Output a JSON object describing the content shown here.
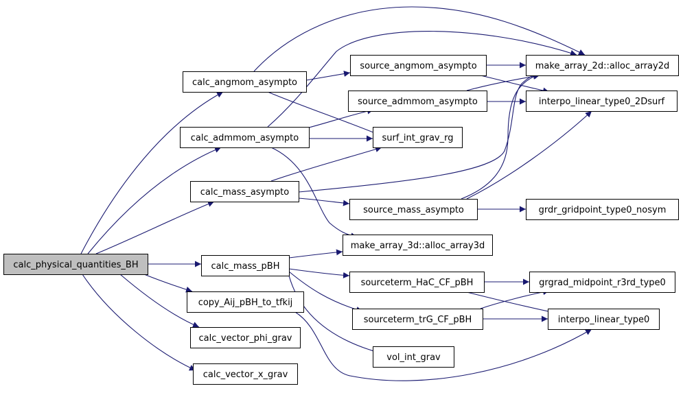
{
  "graph": {
    "colors": {
      "edge": "#191970",
      "node_fill": "#ffffff",
      "root_fill": "#bfbfbf",
      "node_border": "#000000"
    },
    "nodes": [
      {
        "id": "n_root",
        "label": "calc_physical_quantities_BH",
        "root": true
      },
      {
        "id": "n_angmom",
        "label": "calc_angmom_asympto"
      },
      {
        "id": "n_admmom",
        "label": "calc_admmom_asympto"
      },
      {
        "id": "n_mass",
        "label": "calc_mass_asympto"
      },
      {
        "id": "n_masspbh",
        "label": "calc_mass_pBH"
      },
      {
        "id": "n_copy",
        "label": "copy_Aij_pBH_to_tfkij"
      },
      {
        "id": "n_phi",
        "label": "calc_vector_phi_grav"
      },
      {
        "id": "n_xgrav",
        "label": "calc_vector_x_grav"
      },
      {
        "id": "n_src_ang",
        "label": "source_angmom_asympto"
      },
      {
        "id": "n_src_adm",
        "label": "source_admmom_asympto"
      },
      {
        "id": "n_surf",
        "label": "surf_int_grav_rg"
      },
      {
        "id": "n_src_mass",
        "label": "source_mass_asympto"
      },
      {
        "id": "n_arr3d",
        "label": "make_array_3d::alloc_array3d"
      },
      {
        "id": "n_hac",
        "label": "sourceterm_HaC_CF_pBH"
      },
      {
        "id": "n_trg",
        "label": "sourceterm_trG_CF_pBH"
      },
      {
        "id": "n_vol",
        "label": "vol_int_grav"
      },
      {
        "id": "n_arr2d",
        "label": "make_array_2d::alloc_array2d"
      },
      {
        "id": "n_interp2d",
        "label": "interpo_linear_type0_2Dsurf"
      },
      {
        "id": "n_grdr",
        "label": "grdr_gridpoint_type0_nosym"
      },
      {
        "id": "n_grgrad",
        "label": "grgrad_midpoint_r3rd_type0"
      },
      {
        "id": "n_interp0",
        "label": "interpo_linear_type0"
      }
    ],
    "edges": [
      {
        "from": "n_root",
        "to": "n_angmom"
      },
      {
        "from": "n_root",
        "to": "n_admmom"
      },
      {
        "from": "n_root",
        "to": "n_mass"
      },
      {
        "from": "n_root",
        "to": "n_masspbh"
      },
      {
        "from": "n_root",
        "to": "n_copy"
      },
      {
        "from": "n_root",
        "to": "n_phi"
      },
      {
        "from": "n_root",
        "to": "n_xgrav"
      },
      {
        "from": "n_angmom",
        "to": "n_arr2d"
      },
      {
        "from": "n_angmom",
        "to": "n_src_ang"
      },
      {
        "from": "n_angmom",
        "to": "n_surf"
      },
      {
        "from": "n_admmom",
        "to": "n_arr2d"
      },
      {
        "from": "n_admmom",
        "to": "n_src_adm"
      },
      {
        "from": "n_admmom",
        "to": "n_surf"
      },
      {
        "from": "n_admmom",
        "to": "n_arr3d"
      },
      {
        "from": "n_mass",
        "to": "n_surf"
      },
      {
        "from": "n_mass",
        "to": "n_arr2d"
      },
      {
        "from": "n_mass",
        "to": "n_src_mass"
      },
      {
        "from": "n_src_ang",
        "to": "n_arr2d"
      },
      {
        "from": "n_src_ang",
        "to": "n_interp2d"
      },
      {
        "from": "n_src_adm",
        "to": "n_arr2d"
      },
      {
        "from": "n_src_adm",
        "to": "n_interp2d"
      },
      {
        "from": "n_src_mass",
        "to": "n_arr2d"
      },
      {
        "from": "n_src_mass",
        "to": "n_interp2d"
      },
      {
        "from": "n_src_mass",
        "to": "n_grdr"
      },
      {
        "from": "n_masspbh",
        "to": "n_arr3d"
      },
      {
        "from": "n_masspbh",
        "to": "n_hac"
      },
      {
        "from": "n_masspbh",
        "to": "n_trg"
      },
      {
        "from": "n_masspbh",
        "to": "n_vol"
      },
      {
        "from": "n_hac",
        "to": "n_grgrad"
      },
      {
        "from": "n_hac",
        "to": "n_interp0"
      },
      {
        "from": "n_trg",
        "to": "n_grgrad"
      },
      {
        "from": "n_trg",
        "to": "n_interp0"
      },
      {
        "from": "n_copy",
        "to": "n_interp0"
      }
    ]
  }
}
